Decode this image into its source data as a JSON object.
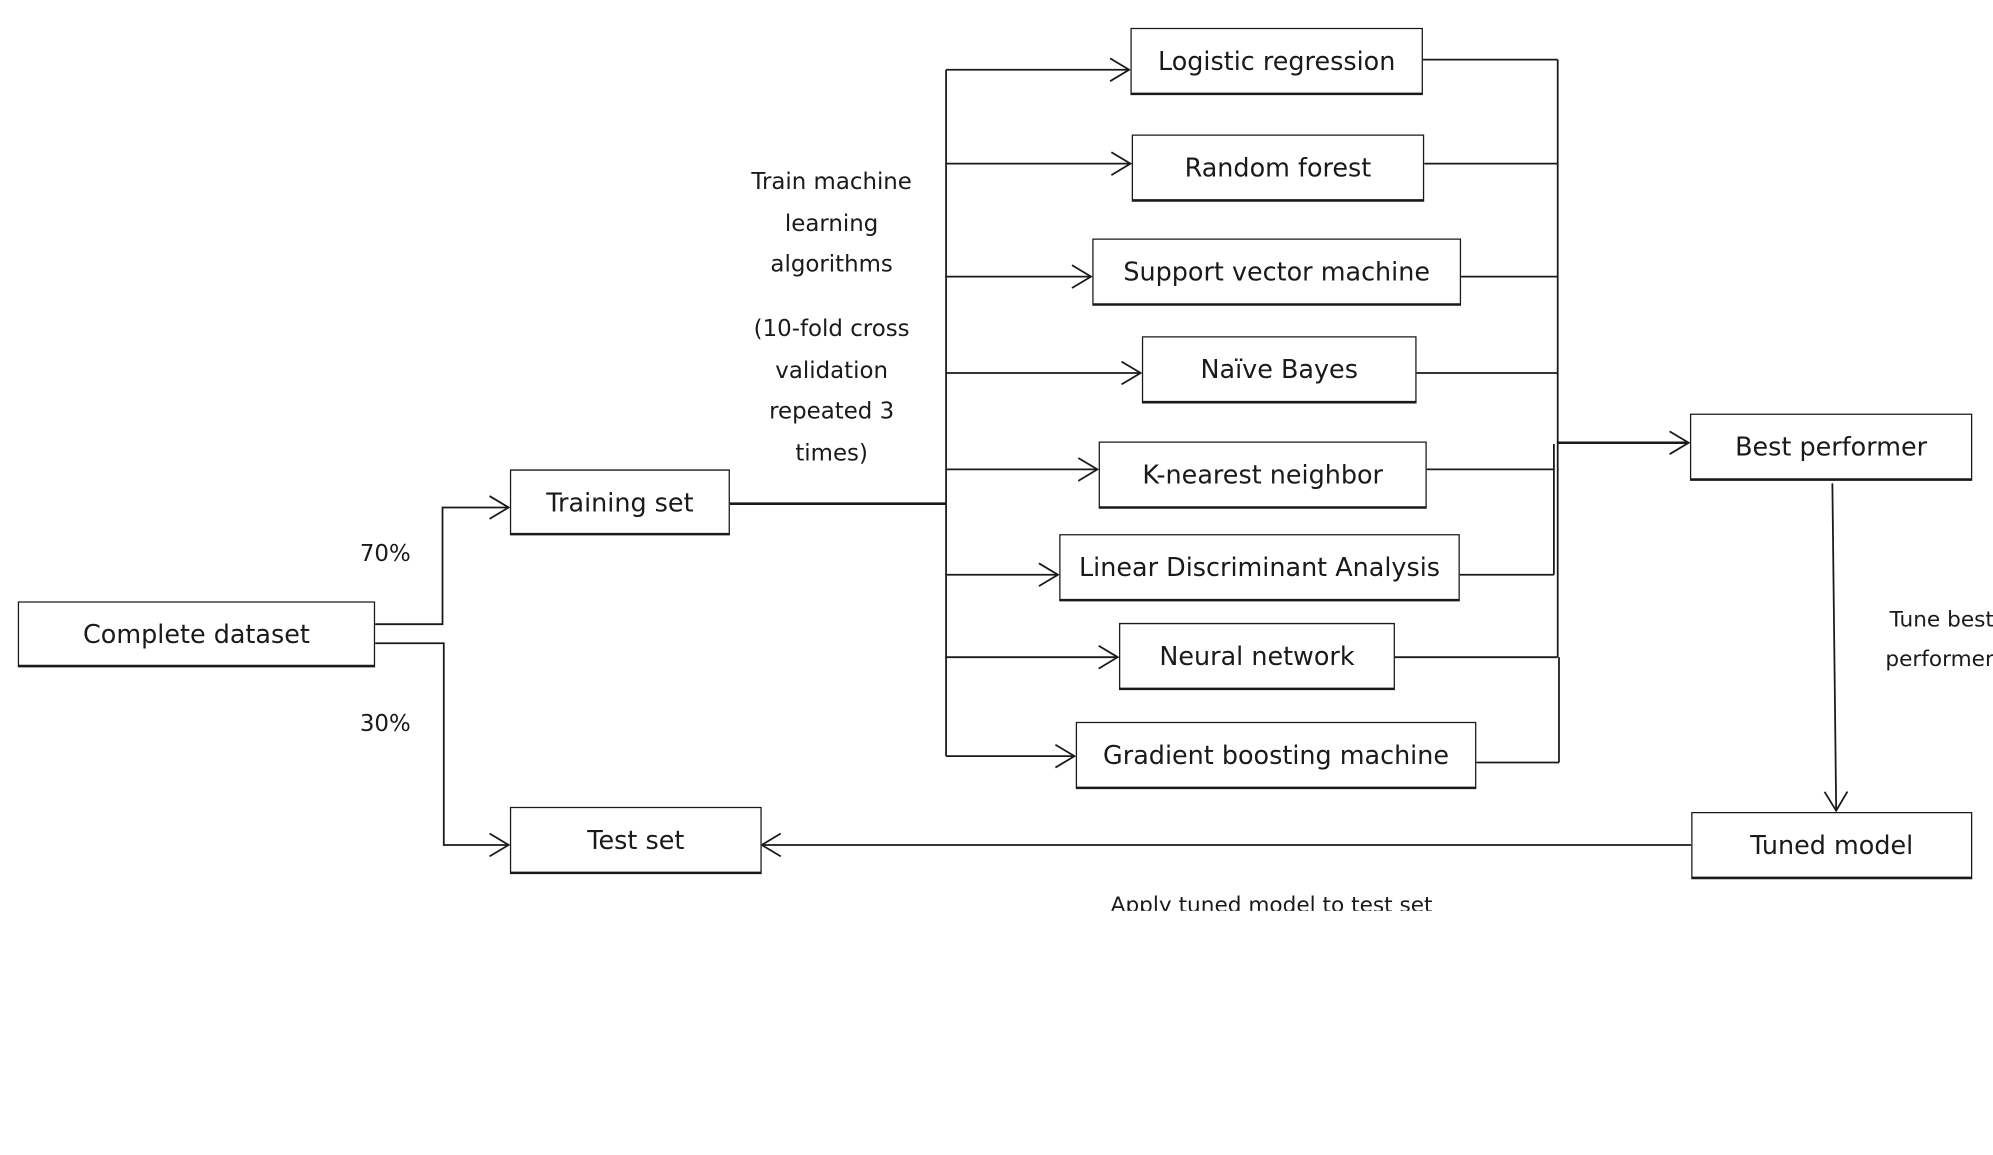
{
  "nodes": {
    "complete_dataset": "Complete dataset",
    "training_set": "Training set",
    "test_set": "Test set",
    "best_performer": "Best performer",
    "tuned_model": "Tuned model",
    "algorithms": [
      "Logistic regression",
      "Random forest",
      "Support vector machine",
      "Naïve Bayes",
      "K-nearest neighbor",
      "Linear Discriminant Analysis",
      "Neural network",
      "Gradient boosting machine"
    ]
  },
  "labels": {
    "split_train": "70%",
    "split_test": "30%",
    "train_lines": [
      "Train machine",
      "learning",
      "algorithms"
    ],
    "cv_lines": [
      "(10-fold cross",
      "validation",
      "repeated 3",
      "times)"
    ],
    "tune_lines": [
      "Tune best",
      "performer"
    ],
    "apply": "Apply tuned model to test set"
  }
}
